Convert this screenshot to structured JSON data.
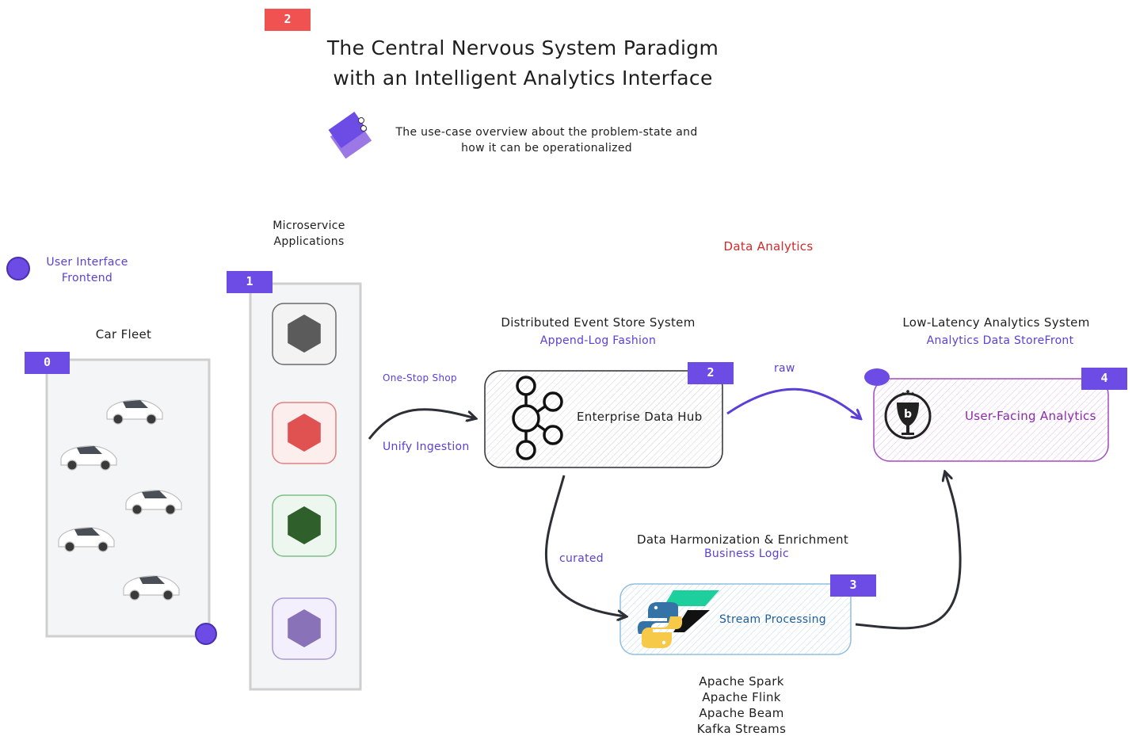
{
  "header": {
    "badge": "2",
    "title_line1": "The Central Nervous System Paradigm",
    "title_line2": "with an Intelligent Analytics Interface",
    "note_line1": "The use-case overview about the problem-state and",
    "note_line2": "how it can be operationalized"
  },
  "legend": {
    "ui_line1": "User Interface",
    "ui_line2": "Frontend"
  },
  "car_fleet": {
    "badge": "0",
    "label": "Car Fleet"
  },
  "microservices": {
    "badge": "1",
    "label_line1": "Microservice",
    "label_line2": "Applications",
    "apps": [
      {
        "name": "app-gray",
        "fill": "#5b5b5b",
        "box": "#f3f3f3",
        "border": "#6b6b6b"
      },
      {
        "name": "app-red",
        "fill": "#e05252",
        "box": "#fdeeee",
        "border": "#e08080"
      },
      {
        "name": "app-green",
        "fill": "#2f5f2a",
        "box": "#eef7ef",
        "border": "#7bbf86"
      },
      {
        "name": "app-purple",
        "fill": "#8a72b8",
        "box": "#f3effc",
        "border": "#a99ad6"
      }
    ]
  },
  "section_title": "Data Analytics",
  "ingest": {
    "top": "One-Stop Shop",
    "bottom": "Unify Ingestion"
  },
  "hub": {
    "badge": "2",
    "title": "Distributed Event Store System",
    "subtitle": "Append-Log Fashion",
    "label": "Enterprise Data Hub"
  },
  "raw_label": "raw",
  "curated_label": "curated",
  "analytics": {
    "badge": "4",
    "title": "Low-Latency Analytics System",
    "subtitle": "Analytics Data StoreFront",
    "label": "User-Facing Analytics"
  },
  "stream": {
    "badge": "3",
    "title": "Data Harmonization & Enrichment",
    "subtitle": "Business Logic",
    "label": "Stream Processing",
    "engines": [
      "Apache Spark",
      "Apache Flink",
      "Apache Beam",
      "Kafka Streams"
    ]
  },
  "colors": {
    "accent": "#6d4ce6",
    "badge_red": "#f05252",
    "title_red": "#d12a2a"
  }
}
